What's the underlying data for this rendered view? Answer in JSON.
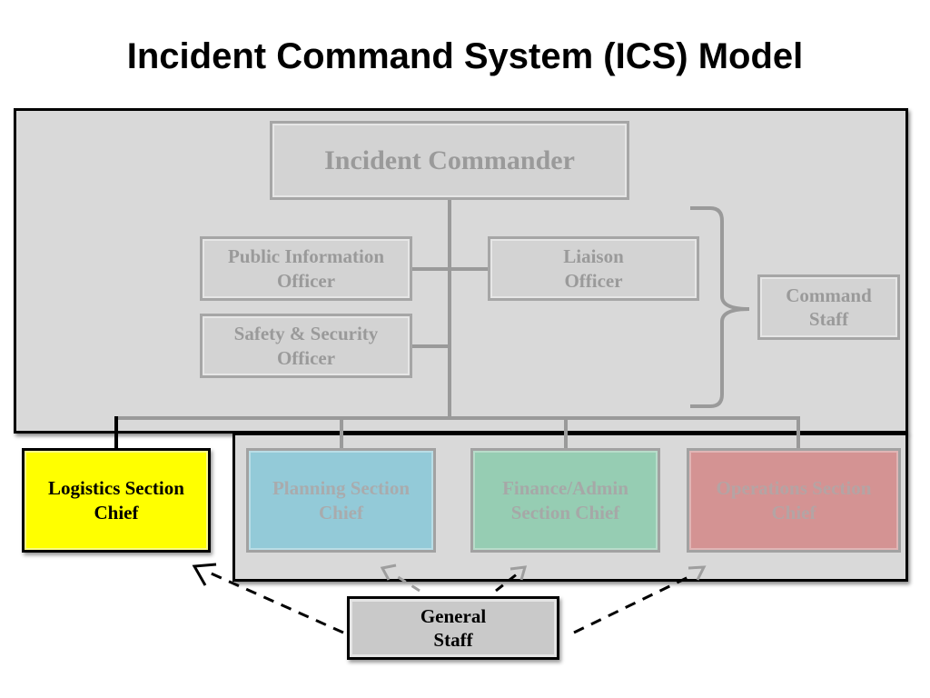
{
  "title": "Incident Command System (ICS) Model",
  "incident_commander": "Incident Commander",
  "command_staff": {
    "public_information_officer": [
      "Public Information",
      "Officer"
    ],
    "liaison_officer": [
      "Liaison",
      "Officer"
    ],
    "safety_security_officer": [
      "Safety & Security",
      "Officer"
    ],
    "group_label": [
      "Command",
      "Staff"
    ]
  },
  "sections": {
    "logistics": [
      "Logistics Section",
      "Chief"
    ],
    "planning": [
      "Planning Section",
      "Chief"
    ],
    "finance_admin": [
      "Finance/Admin",
      "Section Chief"
    ],
    "operations": [
      "Operations Section",
      "Chief"
    ]
  },
  "general_staff": [
    "General",
    "Staff"
  ],
  "colors": {
    "logistics": "#ffff00",
    "planning": "#93cad8",
    "finance_admin": "#96cdb3",
    "operations": "#d49393",
    "panel": "#d9d9d9"
  }
}
